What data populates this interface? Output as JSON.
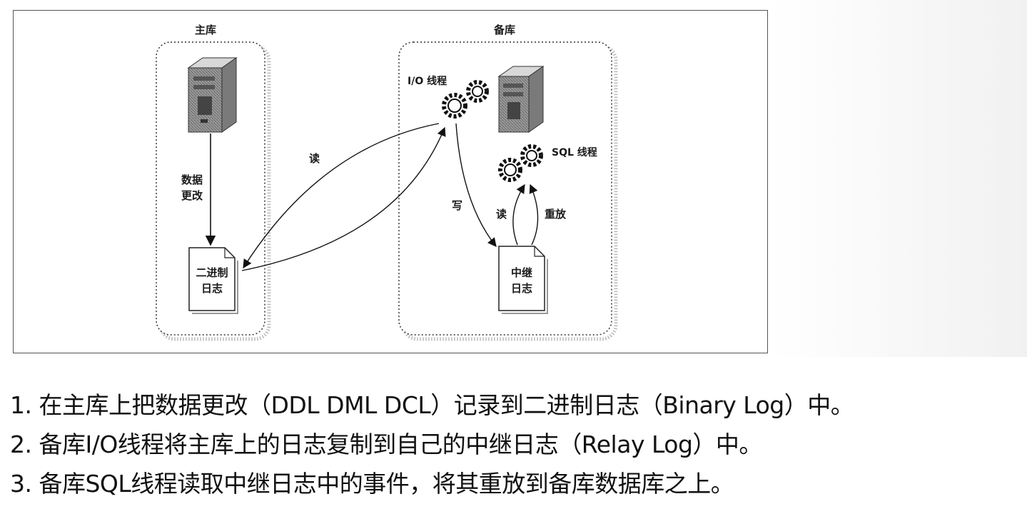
{
  "diagram": {
    "master_title": "主库",
    "slave_title": "备库",
    "data_change_line1": "数据",
    "data_change_line2": "更改",
    "binlog_line1": "二进制",
    "binlog_line2": "日志",
    "read_label_left": "读",
    "io_thread_label": "I/O 线程",
    "sql_thread_label": "SQL 线程",
    "write_label": "写",
    "read_label_right": "读",
    "replay_label": "重放",
    "relaylog_line1": "中继",
    "relaylog_line2": "日志"
  },
  "notes": [
    "1. 在主库上把数据更改（DDL DML DCL）记录到二进制日志（Binary Log）中。",
    "2. 备库I/O线程将主库上的日志复制到自己的中继日志（Relay Log）中。",
    "3. 备库SQL线程读取中继日志中的事件，将其重放到备库数据库之上。"
  ]
}
